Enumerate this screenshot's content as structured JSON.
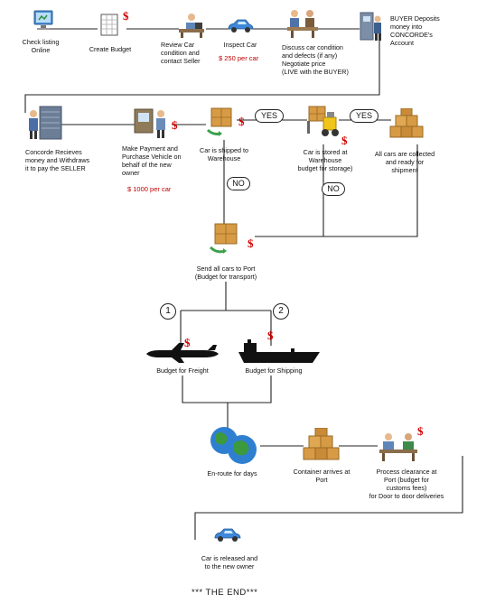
{
  "steps": {
    "check_listing": "Check listing\nOnline",
    "create_budget": "Create Budget",
    "review_car": "Review Car\ncondition and\ncontact Seller",
    "inspect_car": "Inspect Car",
    "inspect_price": "$ 250 per car",
    "discuss": "Discuss car condition\nand defects (if any)\nNegotiate price\n(LIVE with the BUYER)",
    "buyer_deposits": "BUYER Deposits\nmoney into\nCONCORDE's\nAccount",
    "concorde_receives": "Concorde Recieves\nmoney and Withdraws\nit to pay the SELLER",
    "make_payment": "Make Payment and\nPurchase Vehicle  on\nbehalf of the new\nowner",
    "payment_price": "$ 1000 per car",
    "shipped_warehouse": "Car is shipped to\nWarehouse",
    "stored_warehouse": "Car is stored at\nWarehouse\nbudget for storage)",
    "all_collected": "All cars are collected\nand ready for\nshipment",
    "send_to_port": "Send all cars to Port\n(Budget for transport)",
    "budget_freight": "Budget for Freight",
    "budget_shipping": "Budget for Shipping",
    "en_route": "En-route for       days",
    "container_arrives": "Container arrives at\nPort",
    "process_clearance": "Process clearance at\nPort (budget for\ncustoms fees)\nfor Door to door deliveries",
    "car_released": "Car is released and\nto the new owner"
  },
  "decisions": {
    "yes": "YES",
    "no": "NO"
  },
  "options": {
    "one": "1",
    "two": "2"
  },
  "symbols": {
    "dollar": "$"
  },
  "footer": {
    "the_end": "*** THE END***"
  },
  "colors": {
    "money": "#d40000",
    "price_text": "#c00000",
    "wire": "#222222"
  },
  "icons": [
    "computer-icon",
    "spreadsheet-icon",
    "person-at-desk-icon",
    "car-icon",
    "meeting-icon",
    "atm-person-icon",
    "server-person-icon",
    "payment-terminal-icon",
    "crate-arrow-icon",
    "forklift-icon",
    "boxes-stack-icon",
    "airplane-icon",
    "ship-icon",
    "globe-icon"
  ]
}
